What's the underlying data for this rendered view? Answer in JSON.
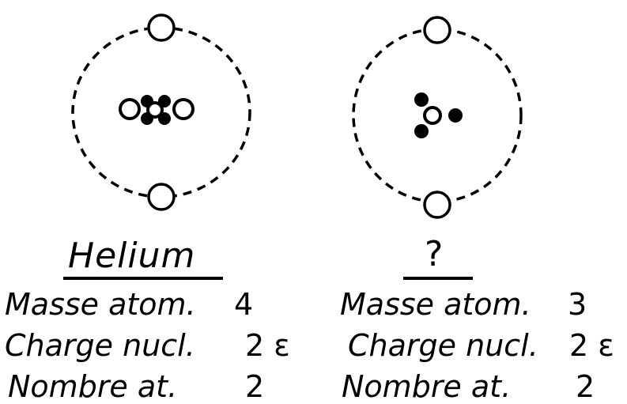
{
  "atoms": [
    {
      "title": "Helium",
      "rows": [
        {
          "label": "Masse atom.",
          "value": "4"
        },
        {
          "label": "Charge nucl.",
          "value": "2 ε"
        },
        {
          "label": "Nombre at.",
          "value": "2"
        }
      ]
    },
    {
      "title": "?",
      "rows": [
        {
          "label": "Masse atom.",
          "value": "3"
        },
        {
          "label": "Charge nucl.",
          "value": "2 ε"
        },
        {
          "label": "Nombre at.",
          "value": "2"
        }
      ]
    }
  ]
}
